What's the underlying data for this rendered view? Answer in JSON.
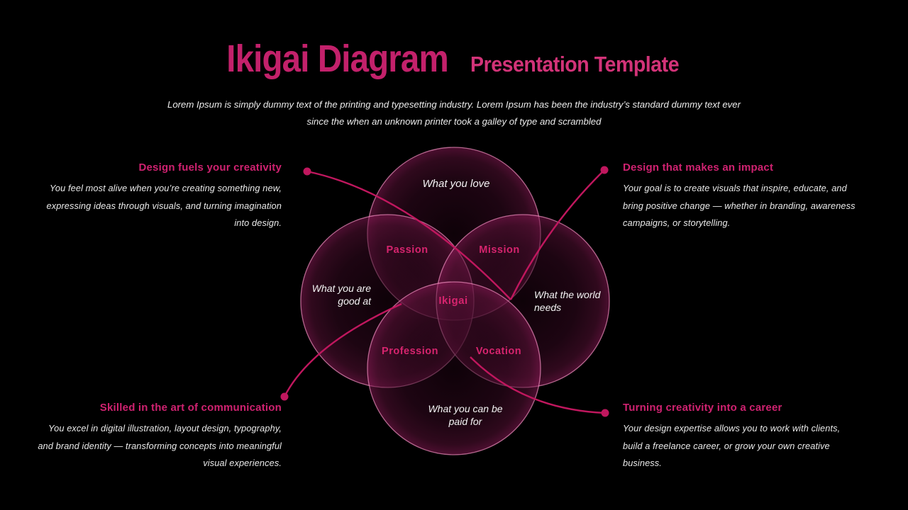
{
  "slide": {
    "title_main": "Ikigai Diagram",
    "title_sub": "Presentation Template",
    "subtitle_line1": "Lorem Ipsum is simply dummy text of the printing and typesetting industry. Lorem Ipsum has been the industry’s standard dummy text ever",
    "subtitle_line2": "since the when an unknown printer took a galley of type and scrambled"
  },
  "colors": {
    "background": "#000000",
    "title_pink": "#c3216b",
    "heading_pink": "#cf2270",
    "zone_label_pink": "#d6246e",
    "connector_pink": "#c0175e",
    "circle_stroke": "#ff99cc",
    "body_text": "#e9e9e9"
  },
  "diagram": {
    "circles": {
      "love": {
        "label": "What you love"
      },
      "good_at": {
        "line1": "What you are",
        "line2": "good at"
      },
      "world_needs": {
        "line1": "What the world",
        "line2": "needs"
      },
      "paid_for": {
        "line1": "What you can be",
        "line2": "paid for"
      }
    },
    "zones": {
      "passion": "Passion",
      "mission": "Mission",
      "profession": "Profession",
      "vocation": "Vocation",
      "center": "Ikigai"
    }
  },
  "callouts": {
    "top_left": {
      "heading": "Design fuels your creativity",
      "body": "You feel most alive when you’re creating something new, expressing ideas through visuals, and turning imagination into design."
    },
    "top_right": {
      "heading": "Design that makes an impact",
      "body": "Your goal is to create visuals that inspire, educate, and bring positive change — whether in branding, awareness campaigns, or storytelling."
    },
    "bottom_left": {
      "heading": "Skilled in the art of communication",
      "body": "You excel in digital illustration, layout design, typography, and brand identity — transforming concepts into meaningful visual experiences."
    },
    "bottom_right": {
      "heading": "Turning creativity into a career",
      "body": "Your design expertise allows you to work with clients, build a freelance career, or grow your own creative business."
    }
  }
}
